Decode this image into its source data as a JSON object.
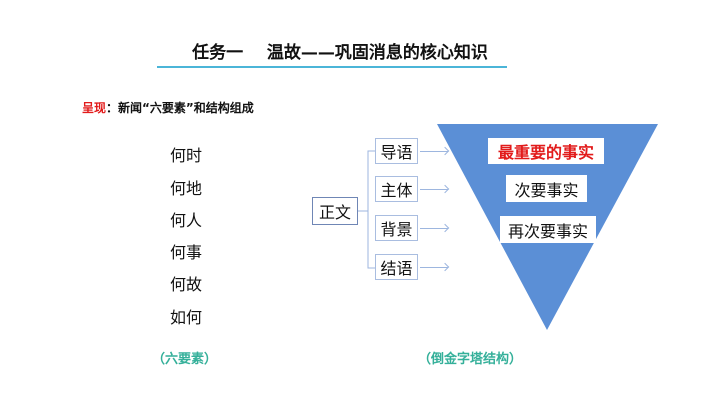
{
  "title": "任务一    温故——巩固消息的核心知识",
  "subtitle": {
    "highlight": "呈现",
    "rest": "：新闻“六要素”和结构组成"
  },
  "six_elements": [
    "何时",
    "何地",
    "何人",
    "何事",
    "何故",
    "如何"
  ],
  "six_elements_caption": "（六要素）",
  "structure": {
    "root": "正文",
    "parts": [
      "导语",
      "主体",
      "背景",
      "结语"
    ]
  },
  "pyramid": {
    "levels": [
      "最重要的事实",
      "次要事实",
      "再次要事实"
    ],
    "caption": "（倒金字塔结构）",
    "color": "#5b8fd6",
    "highlight_color": "#e21b1b"
  }
}
